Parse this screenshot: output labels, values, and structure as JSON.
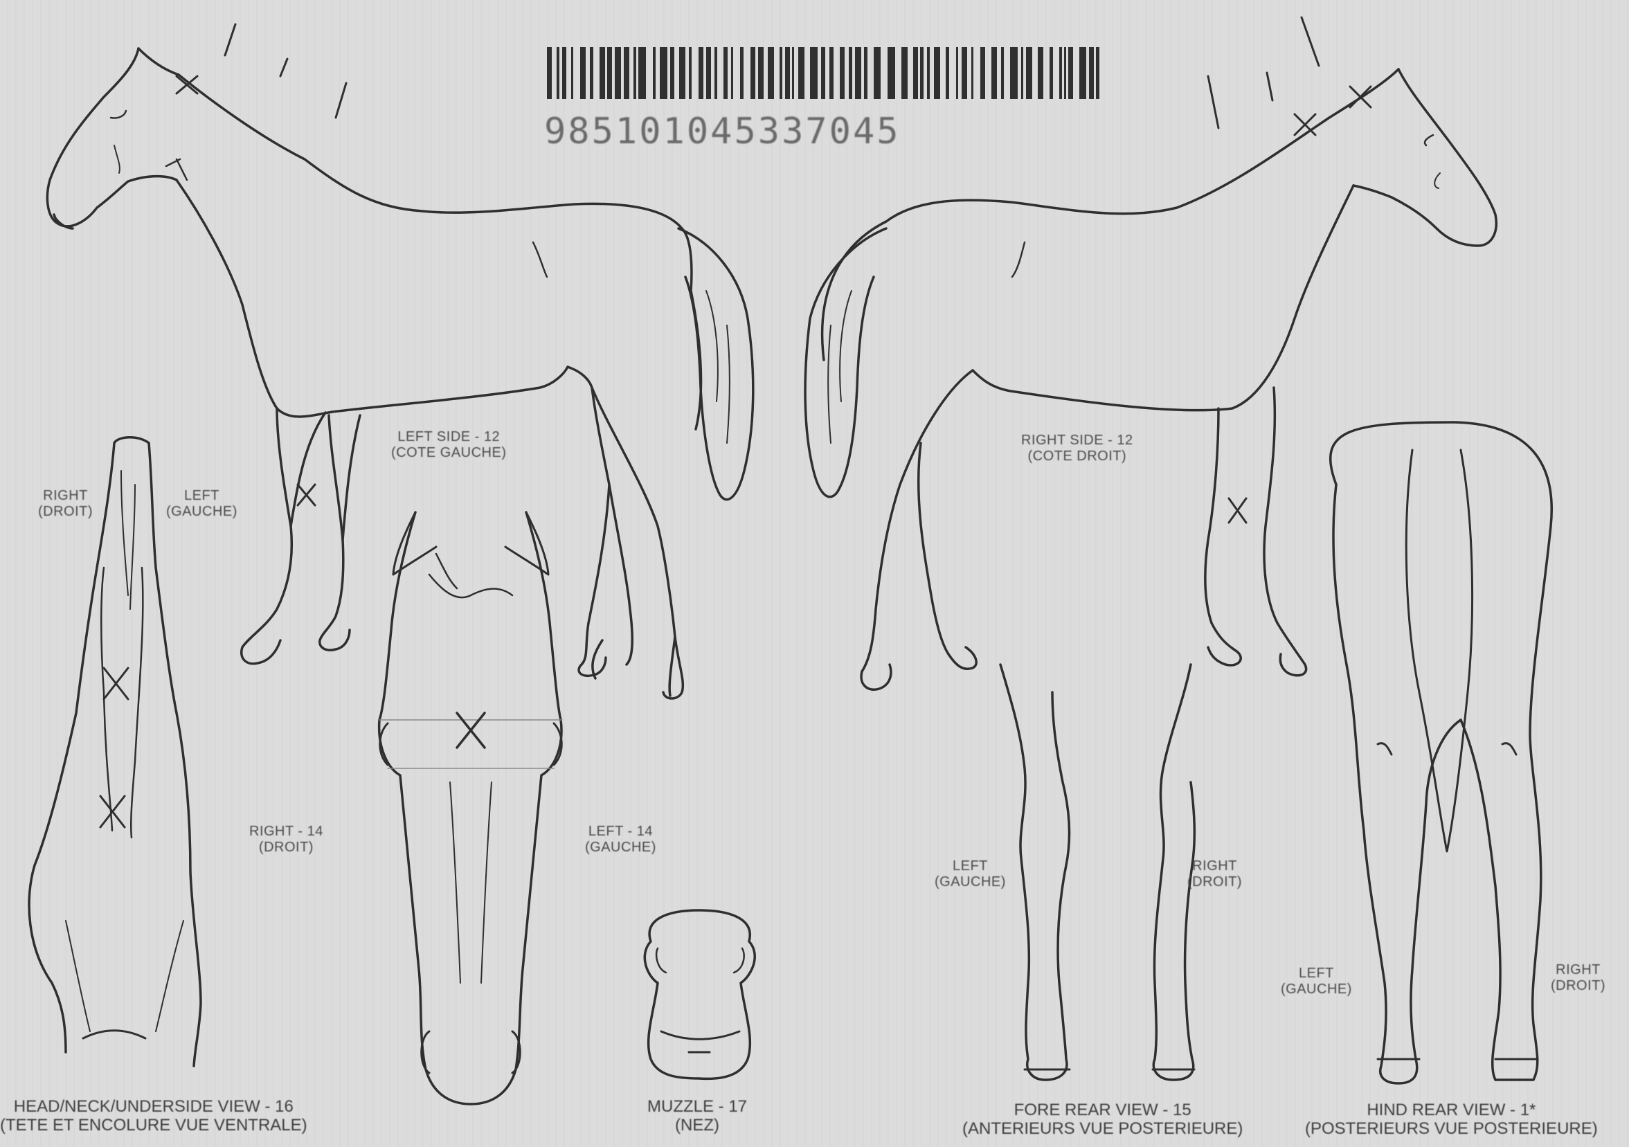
{
  "barcode": {
    "number": "985101045337045"
  },
  "views": {
    "left_side": {
      "line1": "LEFT SIDE - 12",
      "line2": "(COTE GAUCHE)"
    },
    "right_side": {
      "line1": "RIGHT SIDE - 12",
      "line2": "(COTE DROIT)"
    },
    "head_right": {
      "line1": "RIGHT - 14",
      "line2": "(DROIT)"
    },
    "head_left": {
      "line1": "LEFT - 14",
      "line2": "(GAUCHE)"
    },
    "neck_right": {
      "line1": "RIGHT",
      "line2": "(DROIT)"
    },
    "neck_left": {
      "line1": "LEFT",
      "line2": "(GAUCHE)"
    },
    "fore_left": {
      "line1": "LEFT",
      "line2": "(GAUCHE)"
    },
    "fore_right": {
      "line1": "RIGHT",
      "line2": "(DROIT)"
    },
    "hind_left": {
      "line1": "LEFT",
      "line2": "(GAUCHE)"
    },
    "hind_right": {
      "line1": "RIGHT",
      "line2": "(DROIT)"
    }
  },
  "captions": {
    "neck_underside": {
      "line1": "HEAD/NECK/UNDERSIDE VIEW - 16",
      "line2": "(TETE ET ENCOLURE VUE VENTRALE)"
    },
    "muzzle": {
      "line1": "MUZZLE - 17",
      "line2": "(NEZ)"
    },
    "fore_rear": {
      "line1": "FORE REAR VIEW - 15",
      "line2": "(ANTERIEURS VUE POSTERIEURE)"
    },
    "hind_rear": {
      "line1": "HIND REAR VIEW - 1*",
      "line2": "(POSTERIEURS VUE POSTERIEURE)"
    }
  }
}
